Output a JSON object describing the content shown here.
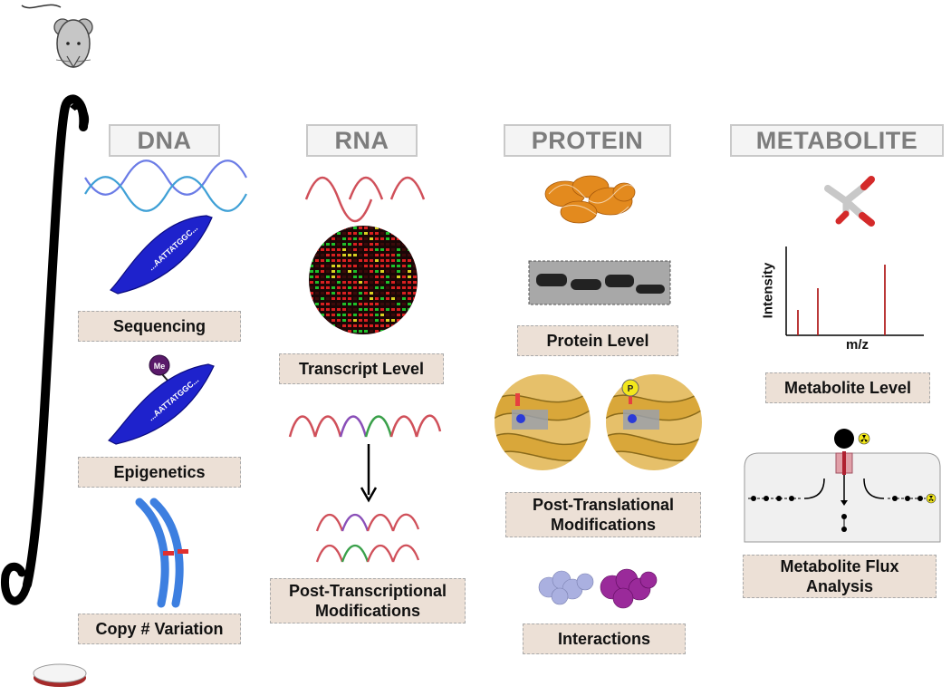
{
  "headers": {
    "dna": "DNA",
    "rna": "RNA",
    "protein": "PROTEIN",
    "metabolite": "METABOLITE"
  },
  "dna": {
    "sequence_text": "...AATTATGGC...",
    "methyl_label": "Me",
    "sequencing": "Sequencing",
    "epigenetics": "Epigenetics",
    "copy_number": "Copy # Variation"
  },
  "rna": {
    "transcript_level": "Transcript Level",
    "post_transcriptional": "Post-Transcriptional\nModifications"
  },
  "protein": {
    "protein_level": "Protein Level",
    "phospho_label": "P",
    "post_translational": "Post-Translational\nModifications",
    "interactions": "Interactions"
  },
  "metabolite": {
    "ms_xlabel": "m/z",
    "ms_ylabel": "Intensity",
    "metabolite_level": "Metabolite Level",
    "flux_analysis": "Metabolite Flux\nAnalysis"
  },
  "colors": {
    "header_text": "#7d7d7d",
    "label_bg": "#ece0d6",
    "dna_blue": "#2a2acd",
    "chromosome_blue": "#3d7fe0",
    "rna_red": "#d0505a",
    "protein_gold": "#c99a2e",
    "ms_peak": "#b22222"
  }
}
